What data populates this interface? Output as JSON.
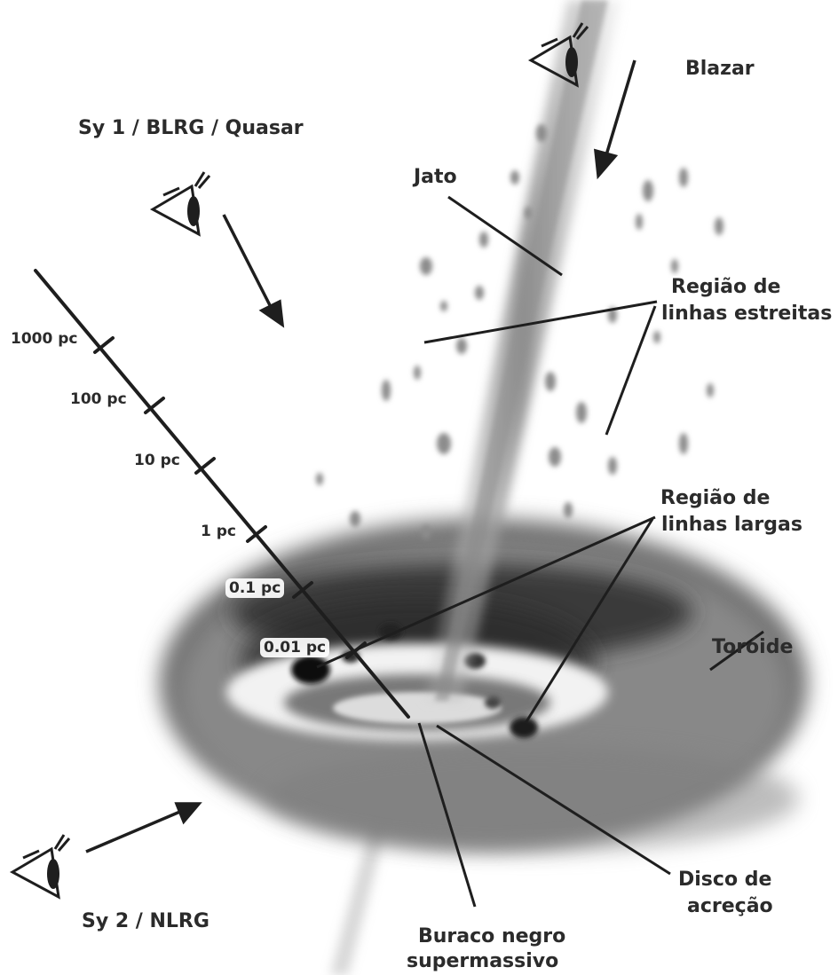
{
  "viewers": {
    "blazar": "Blazar",
    "type1": "Sy 1 / BLRG / Quasar",
    "type2": "Sy 2 / NLRG"
  },
  "labels": {
    "jet": "Jato",
    "nlr_line1": "Região de",
    "nlr_line2": "linhas estreitas",
    "blr_line1": "Região de",
    "blr_line2": "linhas largas",
    "torus": "Toróide",
    "disk_line1": "Disco de",
    "disk_line2": "acreção",
    "bh_line1": "Buraco negro",
    "bh_line2": "supermassivo"
  },
  "scale_ticks": [
    "1000 pc",
    "100 pc",
    "10 pc",
    "1 pc",
    "0.1 pc",
    "0.01 pc"
  ],
  "icons": {
    "viewer": "eye-icon",
    "direction": "arrow-icon"
  },
  "colors": {
    "ink": "#1e1e1e",
    "torus_dark": "#3a3a3a",
    "torus_mid": "#8a8a8a",
    "jet": "#9a9a9a",
    "clouds": "#8c8c8c"
  }
}
